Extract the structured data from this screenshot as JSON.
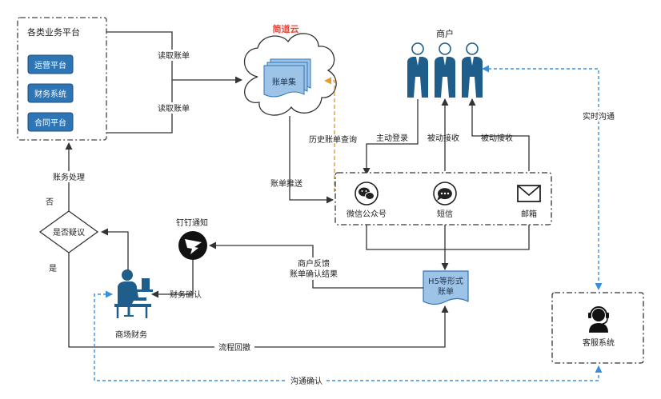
{
  "platforms": {
    "title": "各类业务平台",
    "items": [
      "运营平台",
      "财务系统",
      "合同平台"
    ]
  },
  "cloud": {
    "title": "简道云",
    "doc_label": "账单集"
  },
  "merchants": {
    "title": "商户"
  },
  "channels": [
    {
      "label": "微信公众号",
      "icon": "wechat-icon"
    },
    {
      "label": "短信",
      "icon": "sms-icon"
    },
    {
      "label": "邮箱",
      "icon": "mail-icon"
    }
  ],
  "nodes": {
    "decision": "是否疑议",
    "dingtalk": "钉钉通知",
    "finance": "商场财务",
    "h5_line1": "H5等形式",
    "h5_line2": "账单",
    "service": "客服系统"
  },
  "edges": {
    "read_bill_top": "读取账单",
    "read_bill_bottom": "读取账单",
    "history_query": "历史账单查询",
    "active_login": "主动登录",
    "passive_receive_1": "被动接收",
    "passive_receive_2": "被动接收",
    "bill_push": "账单推送",
    "realtime_comm": "实时沟通",
    "accounting": "账务处理",
    "no": "否",
    "yes": "是",
    "feedback_line1": "商户反馈",
    "feedback_line2": "账单确认结果",
    "finance_confirm": "财务确认",
    "process_back": "流程回撤",
    "comm_confirm": "沟通确认"
  },
  "colors": {
    "blue_box": "#2e75b6",
    "blue_box_border": "#1f4e79",
    "person": "#1f5d8a",
    "orange": "#e69b2d",
    "title_red": "#e8473b",
    "dashed_blue": "#3a8fdb",
    "doc_fill": "#9dc3e6"
  }
}
